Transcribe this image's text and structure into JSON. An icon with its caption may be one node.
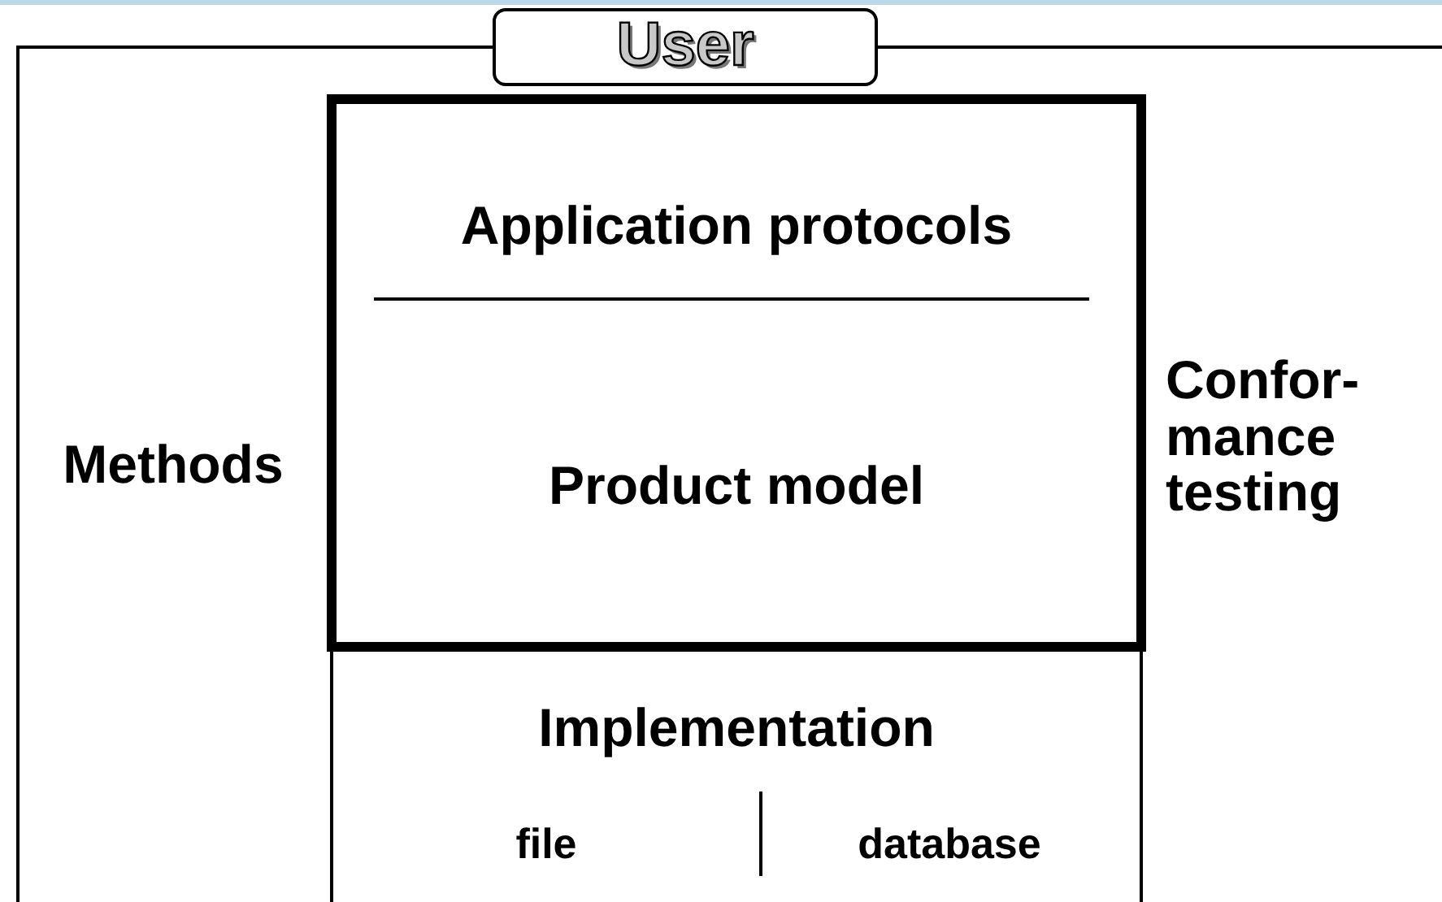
{
  "diagram": {
    "nodes": [
      {
        "text": [
          "User"
        ]
      },
      {
        "text": [
          "Application protocols",
          "Product model"
        ]
      },
      {
        "text": [
          "Methods"
        ]
      },
      {
        "text": [
          "Confor- mance testing"
        ]
      },
      {
        "text": [
          "Implementation",
          "file",
          "database"
        ]
      }
    ]
  }
}
